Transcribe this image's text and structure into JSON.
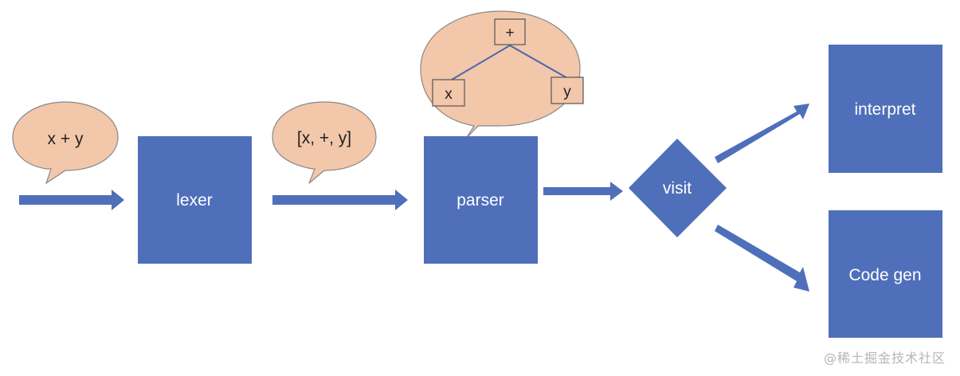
{
  "nodes": {
    "lexer": "lexer",
    "parser": "parser",
    "visit": "visit",
    "interpret": "interpret",
    "codegen": "Code gen"
  },
  "bubbles": {
    "input": "x + y",
    "tokens": "[x, +, y]"
  },
  "tree": {
    "root": "+",
    "left": "x",
    "right": "y"
  },
  "watermark": "@稀土掘金技术社区",
  "colors": {
    "box": "#4f6fba",
    "bubble_fill": "#f2c7aa",
    "bubble_stroke": "#888888",
    "text_on_box": "#ffffff",
    "text_dark": "#222222",
    "tree_line": "#4a66b0"
  }
}
